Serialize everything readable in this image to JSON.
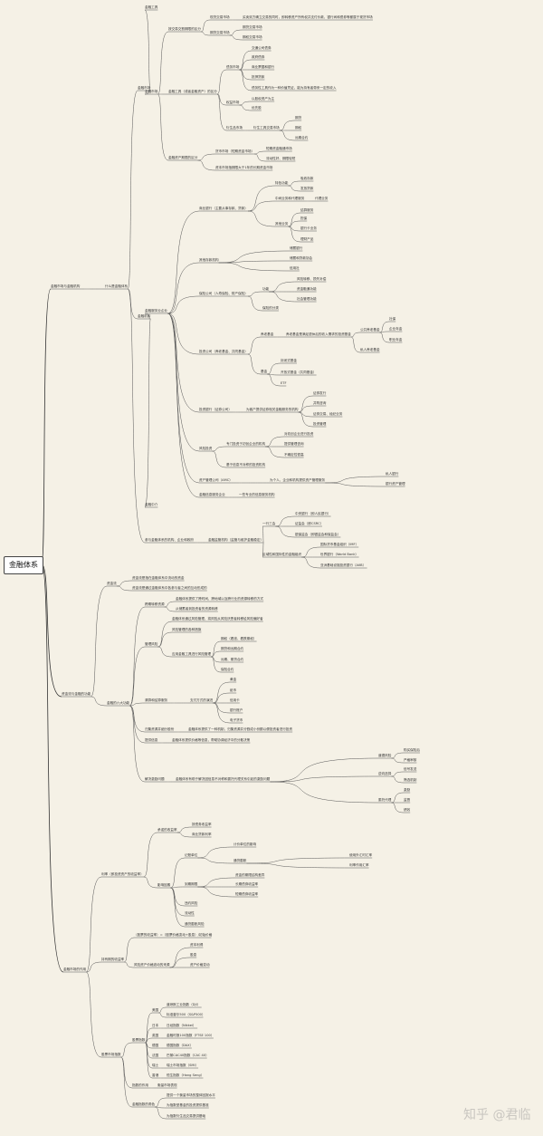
{
  "root": "金融体系",
  "watermark": "知乎 @君临",
  "nodes": [
    {
      "id": "a1",
      "p": "root",
      "t": "金融市场与金融机构"
    },
    {
      "id": "a2",
      "p": "a1",
      "t": "什么是金融体系"
    },
    {
      "id": "b1",
      "p": "a2",
      "t": "金融市场"
    },
    {
      "id": "c1",
      "p": "b1",
      "t": "金融工具"
    },
    {
      "id": "c2",
      "p": "b1",
      "t": "金融市场"
    },
    {
      "id": "d1",
      "p": "c2",
      "t": "按交易交割期限的区分"
    },
    {
      "id": "e1",
      "p": "d1",
      "t": "现货交易市场"
    },
    {
      "id": "f1",
      "p": "e1",
      "t": "买卖双方确立交易的同时，即转移资产所有权并支付价款，银行间和债券等都属于现货市场"
    },
    {
      "id": "e2",
      "p": "d1",
      "t": "期货交易市场"
    },
    {
      "id": "f2",
      "p": "e2",
      "t": "期货交易市场"
    },
    {
      "id": "f3",
      "p": "e2",
      "t": "期权交易市场"
    },
    {
      "id": "d2",
      "p": "c2",
      "t": "金融工具（或者金融资产）的区分"
    },
    {
      "id": "e3",
      "p": "d2",
      "t": "债务市场"
    },
    {
      "id": "f4",
      "p": "e3",
      "t": "交通公司债券"
    },
    {
      "id": "f5",
      "p": "e3",
      "t": "政府债券"
    },
    {
      "id": "f6",
      "p": "e3",
      "t": "商业票据和银行"
    },
    {
      "id": "f7",
      "p": "e3",
      "t": "抵押贷款"
    },
    {
      "id": "f8",
      "p": "e3",
      "t": "债务性工具作为一种价值凭证，能为持有者带来一定的收入"
    },
    {
      "id": "e4",
      "p": "d2",
      "t": "权益市场"
    },
    {
      "id": "f9",
      "p": "e4",
      "t": "以股权资产为主"
    },
    {
      "id": "f10",
      "p": "e4",
      "t": "优先股"
    },
    {
      "id": "e5",
      "p": "d2",
      "t": "衍生品市场"
    },
    {
      "id": "f11",
      "p": "e5",
      "t": "衍生工具交易市场"
    },
    {
      "id": "g1",
      "p": "f11",
      "t": "期货"
    },
    {
      "id": "g2",
      "p": "f11",
      "t": "期权"
    },
    {
      "id": "g3",
      "p": "f11",
      "t": "远期合约"
    },
    {
      "id": "d3",
      "p": "c2",
      "t": "金融资产期限的区分"
    },
    {
      "id": "e6",
      "p": "d3",
      "t": "货币市场（短期资金市场）"
    },
    {
      "id": "f12",
      "p": "e6",
      "t": "短期资金融通市场"
    },
    {
      "id": "f13",
      "p": "e6",
      "t": "流动性好、期限较短"
    },
    {
      "id": "e7",
      "p": "d3",
      "t": "资本市场指期限大于1年的长期资金市场"
    },
    {
      "id": "b2",
      "p": "a2",
      "t": "金融机构"
    },
    {
      "id": "c3",
      "p": "b2",
      "t": "金融服务业企业"
    },
    {
      "id": "d4",
      "p": "c3",
      "t": "商业银行（主要从事存款、贷款）"
    },
    {
      "id": "e8",
      "p": "d4",
      "t": "特色功能"
    },
    {
      "id": "f14",
      "p": "e8",
      "t": "吸收存款"
    },
    {
      "id": "f15",
      "p": "e8",
      "t": "发放贷款"
    },
    {
      "id": "e9",
      "p": "d4",
      "t": "中间业务和代理服务"
    },
    {
      "id": "f16",
      "p": "e9",
      "t": "代理业务"
    },
    {
      "id": "e10",
      "p": "d4",
      "t": "其他业务"
    },
    {
      "id": "f17",
      "p": "e10",
      "t": "结算服务"
    },
    {
      "id": "f18",
      "p": "e10",
      "t": "担保"
    },
    {
      "id": "f19",
      "p": "e10",
      "t": "银行卡业务"
    },
    {
      "id": "f20",
      "p": "e10",
      "t": "理财产品"
    },
    {
      "id": "d5",
      "p": "c3",
      "t": "其他存款机构"
    },
    {
      "id": "e11",
      "p": "d5",
      "t": "储蓄银行"
    },
    {
      "id": "e12",
      "p": "d5",
      "t": "储蓄和贷款协会"
    },
    {
      "id": "e13",
      "p": "d5",
      "t": "信用社"
    },
    {
      "id": "d6",
      "p": "c3",
      "t": "保险公司（人寿保险、财产保险）"
    },
    {
      "id": "e14",
      "p": "d6",
      "t": "功能"
    },
    {
      "id": "f21",
      "p": "e14",
      "t": "风险转移、损失补偿"
    },
    {
      "id": "f22",
      "p": "e14",
      "t": "资金融通功能"
    },
    {
      "id": "f23",
      "p": "e14",
      "t": "社会管理功能"
    },
    {
      "id": "e15",
      "p": "d6",
      "t": "保险的分类"
    },
    {
      "id": "d7",
      "p": "c3",
      "t": "投资公司（养老基金、共同基金）"
    },
    {
      "id": "e16",
      "p": "d7",
      "t": "养老基金"
    },
    {
      "id": "f24",
      "p": "e16",
      "t": "养老基金是满足退休后的收入需求的投资基金"
    },
    {
      "id": "g4",
      "p": "f24",
      "t": "公共养老基金"
    },
    {
      "id": "h1",
      "p": "g4",
      "t": "社保"
    },
    {
      "id": "h2",
      "p": "g4",
      "t": "企业年金"
    },
    {
      "id": "h3",
      "p": "g4",
      "t": "职业年金"
    },
    {
      "id": "g5",
      "p": "f24",
      "t": "私人养老基金"
    },
    {
      "id": "e17",
      "p": "d7",
      "t": "基金"
    },
    {
      "id": "f25",
      "p": "e17",
      "t": "封闭式基金"
    },
    {
      "id": "f26",
      "p": "e17",
      "t": "开放式基金（共同基金）"
    },
    {
      "id": "f27",
      "p": "e17",
      "t": "ETF"
    },
    {
      "id": "d8",
      "p": "c3",
      "t": "投资银行（证券公司）"
    },
    {
      "id": "e18",
      "p": "d8",
      "t": "为客户提供证券相关金融服务的机构"
    },
    {
      "id": "f28",
      "p": "e18",
      "t": "证券发行"
    },
    {
      "id": "f29",
      "p": "e18",
      "t": "并购咨询"
    },
    {
      "id": "f30",
      "p": "e18",
      "t": "证券交易、经纪业务"
    },
    {
      "id": "f31",
      "p": "e18",
      "t": "投资管理"
    },
    {
      "id": "d9",
      "p": "c3",
      "t": "风险投资"
    },
    {
      "id": "e19",
      "p": "d9",
      "t": "专门投资于初创企业的机构"
    },
    {
      "id": "f32",
      "p": "e19",
      "t": "对初创企业进行投资"
    },
    {
      "id": "f33",
      "p": "e19",
      "t": "提供管理咨询"
    },
    {
      "id": "f34",
      "p": "e19",
      "t": "不确定性很高"
    },
    {
      "id": "e20",
      "p": "d9",
      "t": "基于信息不对称的投资机构"
    },
    {
      "id": "d10",
      "p": "c3",
      "t": "资产管理公司（AMC）"
    },
    {
      "id": "e21",
      "p": "d10",
      "t": "为个人、企业和机构提供资产管理服务"
    },
    {
      "id": "f35",
      "p": "e21",
      "t": "私人银行"
    },
    {
      "id": "f36",
      "p": "e21",
      "t": "银行资产管理"
    },
    {
      "id": "d11",
      "p": "c3",
      "t": "金融信息服务企业"
    },
    {
      "id": "e22",
      "p": "d11",
      "t": "一些专业的信息服务机构"
    },
    {
      "id": "c4",
      "p": "b2",
      "t": "金融中介"
    },
    {
      "id": "b3",
      "p": "a2",
      "t": "参与金融体系的机构、企业和政府"
    },
    {
      "id": "c5",
      "p": "b3",
      "t": "金融监管机构（监管与维护金融稳定）"
    },
    {
      "id": "d12",
      "p": "c5",
      "t": "一行三会"
    },
    {
      "id": "e23",
      "p": "d12",
      "t": "中央银行（即人民银行）"
    },
    {
      "id": "e24",
      "p": "d12",
      "t": "证监会（即CSRC）"
    },
    {
      "id": "e25",
      "p": "d12",
      "t": "银保监会（即银监会和保监会）"
    },
    {
      "id": "d13",
      "p": "c5",
      "t": "区域性和国际性的金融组织"
    },
    {
      "id": "e26",
      "p": "d13",
      "t": "国际货币基金组织（IMF）"
    },
    {
      "id": "e27",
      "p": "d13",
      "t": "世界银行（World Bank）"
    },
    {
      "id": "e28",
      "p": "d13",
      "t": "亚洲基础设施投资银行（AIIB）"
    },
    {
      "id": "a3",
      "p": "root",
      "t": "资金流与金融的功能"
    },
    {
      "id": "b4",
      "p": "a3",
      "t": "资金流"
    },
    {
      "id": "c6",
      "p": "b4",
      "t": "资金流是指在金融体系中流动的资金"
    },
    {
      "id": "c7",
      "p": "b4",
      "t": "资金流是通过金融体系中各参与者之间的互动形成的"
    },
    {
      "id": "b5",
      "p": "a3",
      "t": "金融的六大功能"
    },
    {
      "id": "c8",
      "p": "b5",
      "t": "跨期转移资源"
    },
    {
      "id": "d14",
      "p": "c8",
      "t": "金融体系提供了跨时间、跨地域以及跨行业的资源转移的方式"
    },
    {
      "id": "d15",
      "p": "c8",
      "t": "从储蓄者到投资者的资源转移"
    },
    {
      "id": "c9",
      "p": "b5",
      "t": "管理风险"
    },
    {
      "id": "d16",
      "p": "c9",
      "t": "金融体系通过风险管理，将风险从风险厌恶者转移给风险偏好者"
    },
    {
      "id": "d17",
      "p": "c9",
      "t": "风险管理的各种措施"
    },
    {
      "id": "d18",
      "p": "c9",
      "t": "应用金融工具进行风险管理"
    },
    {
      "id": "e29",
      "p": "d18",
      "t": "期权（看涨、看跌期权）"
    },
    {
      "id": "e30",
      "p": "d18",
      "t": "期货和远期合约"
    },
    {
      "id": "e31",
      "p": "d18",
      "t": "远期、期货合约"
    },
    {
      "id": "e32",
      "p": "d18",
      "t": "保险合约"
    },
    {
      "id": "c10",
      "p": "b5",
      "t": "清算和结算服务"
    },
    {
      "id": "d19",
      "p": "c10",
      "t": "支付方式的演进"
    },
    {
      "id": "e33",
      "p": "d19",
      "t": "黄金"
    },
    {
      "id": "e34",
      "p": "d19",
      "t": "纸币"
    },
    {
      "id": "e35",
      "p": "d19",
      "t": "信用卡"
    },
    {
      "id": "e36",
      "p": "d19",
      "t": "银行账户"
    },
    {
      "id": "e37",
      "p": "d19",
      "t": "电子货币"
    },
    {
      "id": "c11",
      "p": "b5",
      "t": "归集资源并细分股份"
    },
    {
      "id": "d20",
      "p": "c11",
      "t": "金融体系提供了一种机制，归集资源并分割成小份额以便投资者进行投资"
    },
    {
      "id": "c12",
      "p": "b5",
      "t": "提供信息"
    },
    {
      "id": "d21",
      "p": "c12",
      "t": "金融体系提供价格等信息，帮助协调经济中的分散决策"
    },
    {
      "id": "c13",
      "p": "b5",
      "t": "解决激励问题"
    },
    {
      "id": "d22",
      "p": "c13",
      "t": "金融体系有助于解决因信息不对称和委托代理关系引起的激励问题"
    },
    {
      "id": "e38",
      "p": "d22",
      "t": "道德风险"
    },
    {
      "id": "f37",
      "p": "e38",
      "t": "购买保险后"
    },
    {
      "id": "f38",
      "p": "e38",
      "t": "严格审核"
    },
    {
      "id": "e39",
      "p": "d22",
      "t": "逆向选择"
    },
    {
      "id": "f39",
      "p": "e39",
      "t": "信号发送"
    },
    {
      "id": "f40",
      "p": "e39",
      "t": "筛选机制"
    },
    {
      "id": "e40",
      "p": "d22",
      "t": "委托代理"
    },
    {
      "id": "f41",
      "p": "e40",
      "t": "激励"
    },
    {
      "id": "f42",
      "p": "e40",
      "t": "监督"
    },
    {
      "id": "f43",
      "p": "e40",
      "t": "绩效"
    },
    {
      "id": "a4",
      "p": "root",
      "t": "金融市场的作用"
    },
    {
      "id": "b6",
      "p": "a4",
      "t": "利率（即投资资产的收益率）"
    },
    {
      "id": "c14",
      "p": "b6",
      "t": "承诺的收益率"
    },
    {
      "id": "d23",
      "p": "c14",
      "t": "按债券收益率"
    },
    {
      "id": "d24",
      "p": "c14",
      "t": "商业贷款利率"
    },
    {
      "id": "c15",
      "p": "b6",
      "t": "影响因素"
    },
    {
      "id": "d25",
      "p": "c15",
      "t": "记账单位"
    },
    {
      "id": "e41",
      "p": "d25",
      "t": "计价单位的影响"
    },
    {
      "id": "e42",
      "p": "d25",
      "t": "通货膨胀"
    },
    {
      "id": "f44",
      "p": "e42",
      "t": "使用外汇时汇率"
    },
    {
      "id": "f45",
      "p": "e42",
      "t": "利率作用汇率"
    },
    {
      "id": "d26",
      "p": "c15",
      "t": "到期期限"
    },
    {
      "id": "e43",
      "p": "d26",
      "t": "资金的期限结构差异"
    },
    {
      "id": "e44",
      "p": "d26",
      "t": "长期债券收益率"
    },
    {
      "id": "e45",
      "p": "d26",
      "t": "短期债券收益率"
    },
    {
      "id": "d27",
      "p": "c15",
      "t": "违约风险"
    },
    {
      "id": "d28",
      "p": "c15",
      "t": "流动性"
    },
    {
      "id": "d29",
      "p": "c15",
      "t": "通货膨胀风险"
    },
    {
      "id": "b7",
      "p": "a4",
      "t": "持有期的收益率"
    },
    {
      "id": "c16",
      "p": "b7",
      "t": "（股票的收益率）=（股票价格变动+股息）/初始价格"
    },
    {
      "id": "c17",
      "p": "b7",
      "t": "风险资产价格波动的来源"
    },
    {
      "id": "d30",
      "p": "c17",
      "t": "资本利得"
    },
    {
      "id": "d31",
      "p": "c17",
      "t": "股息"
    },
    {
      "id": "d32",
      "p": "c17",
      "t": "资产价格变动"
    },
    {
      "id": "b8",
      "p": "a4",
      "t": "股票市场指数"
    },
    {
      "id": "c18",
      "p": "b8",
      "t": "股票指数"
    },
    {
      "id": "d33",
      "p": "c18",
      "t": "美国"
    },
    {
      "id": "e46",
      "p": "d33",
      "t": "道琼斯工业指数（DJI）"
    },
    {
      "id": "e47",
      "p": "d33",
      "t": "标准普尔500（S&P500）"
    },
    {
      "id": "d34",
      "p": "c18",
      "t": "日本"
    },
    {
      "id": "e48",
      "p": "d34",
      "t": "日经指数（Nikkei）"
    },
    {
      "id": "d35",
      "p": "c18",
      "t": "英国"
    },
    {
      "id": "e49",
      "p": "d35",
      "t": "金融时报100指数（FTSE 100）"
    },
    {
      "id": "d36",
      "p": "c18",
      "t": "德国"
    },
    {
      "id": "e50",
      "p": "d36",
      "t": "德国指数（DAX）"
    },
    {
      "id": "d37",
      "p": "c18",
      "t": "法国"
    },
    {
      "id": "e51",
      "p": "d37",
      "t": "巴黎CAC40指数（CAC 40）"
    },
    {
      "id": "d38",
      "p": "c18",
      "t": "瑞士"
    },
    {
      "id": "e52",
      "p": "d38",
      "t": "瑞士市场指数（SMI）"
    },
    {
      "id": "d39",
      "p": "c18",
      "t": "香港"
    },
    {
      "id": "e53",
      "p": "d39",
      "t": "恒生指数（Hang Seng）"
    },
    {
      "id": "c19",
      "p": "b8",
      "t": "指数的作用"
    },
    {
      "id": "d40",
      "p": "c19",
      "t": "衡量市场表现"
    },
    {
      "id": "c20",
      "p": "b8",
      "t": "金融指数的角色"
    },
    {
      "id": "d41",
      "p": "c20",
      "t": "提供一个衡量市场的整体回报水平"
    },
    {
      "id": "d42",
      "p": "c20",
      "t": "为指数型基金的投资提供基准"
    },
    {
      "id": "d43",
      "p": "c20",
      "t": "为指数衍生品交易提供基础"
    }
  ]
}
